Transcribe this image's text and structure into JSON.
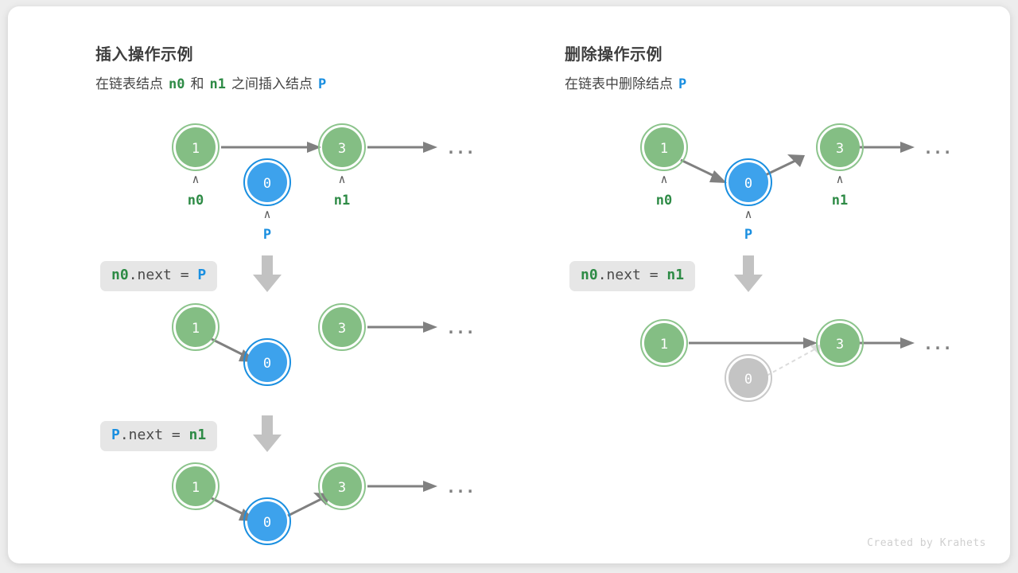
{
  "meta": {
    "credit": "Created by Krahets",
    "colors": {
      "node_green_fill": "#84be84",
      "node_green_ring": "#6aab6a",
      "node_blue_fill": "#3da2ec",
      "node_blue_ring": "#1a8fe0",
      "node_gray_fill": "#c4c4c4",
      "node_gray_ring": "#b8b8b8",
      "arrow": "#808080",
      "label_green": "#2e8b46",
      "label_blue": "#1a8fe0",
      "chip_bg": "#e6e6e6",
      "card_bg": "#ffffff",
      "page_bg": "#ededed"
    }
  },
  "panels": [
    {
      "id": "insert",
      "title": "插入操作示例",
      "subtitle": {
        "parts": [
          {
            "text": "在链表结点",
            "style": "plain"
          },
          {
            "text": "n0",
            "style": "green"
          },
          {
            "text": "和",
            "style": "plain"
          },
          {
            "text": "n1",
            "style": "green"
          },
          {
            "text": "之间插入结点",
            "style": "plain"
          },
          {
            "text": "P",
            "style": "blue"
          }
        ]
      },
      "steps": [
        {
          "code": [
            {
              "text": "n0",
              "style": "green"
            },
            {
              "text": ".next = ",
              "style": "plain"
            },
            {
              "text": "P",
              "style": "blue"
            }
          ]
        },
        {
          "code": [
            {
              "text": "P",
              "style": "blue"
            },
            {
              "text": ".next = ",
              "style": "plain"
            },
            {
              "text": "n1",
              "style": "green"
            }
          ]
        }
      ],
      "rows": [
        {
          "id": "insert-row-1",
          "nodes": [
            {
              "value": "1",
              "color": "green",
              "pointer": "n0",
              "pointer_color": "green"
            },
            {
              "value": "0",
              "color": "blue",
              "pointer": "P",
              "pointer_color": "blue"
            },
            {
              "value": "3",
              "color": "green",
              "pointer": "n1",
              "pointer_color": "green"
            }
          ],
          "ellipsis": "..."
        },
        {
          "id": "insert-row-2",
          "nodes": [
            {
              "value": "1",
              "color": "green"
            },
            {
              "value": "0",
              "color": "blue"
            },
            {
              "value": "3",
              "color": "green"
            }
          ],
          "ellipsis": "..."
        },
        {
          "id": "insert-row-3",
          "nodes": [
            {
              "value": "1",
              "color": "green"
            },
            {
              "value": "0",
              "color": "blue"
            },
            {
              "value": "3",
              "color": "green"
            }
          ],
          "ellipsis": "..."
        }
      ]
    },
    {
      "id": "remove",
      "title": "删除操作示例",
      "subtitle": {
        "parts": [
          {
            "text": "在链表中删除结点",
            "style": "plain"
          },
          {
            "text": "P",
            "style": "blue"
          }
        ]
      },
      "steps": [
        {
          "code": [
            {
              "text": "n0",
              "style": "green"
            },
            {
              "text": ".next = ",
              "style": "plain"
            },
            {
              "text": "n1",
              "style": "green"
            }
          ]
        }
      ],
      "rows": [
        {
          "id": "remove-row-1",
          "nodes": [
            {
              "value": "1",
              "color": "green",
              "pointer": "n0",
              "pointer_color": "green"
            },
            {
              "value": "0",
              "color": "blue",
              "pointer": "P",
              "pointer_color": "blue"
            },
            {
              "value": "3",
              "color": "green",
              "pointer": "n1",
              "pointer_color": "green"
            }
          ],
          "ellipsis": "..."
        },
        {
          "id": "remove-row-2",
          "nodes": [
            {
              "value": "1",
              "color": "green"
            },
            {
              "value": "0",
              "color": "gray"
            },
            {
              "value": "3",
              "color": "green"
            }
          ],
          "ellipsis": "..."
        }
      ]
    }
  ]
}
